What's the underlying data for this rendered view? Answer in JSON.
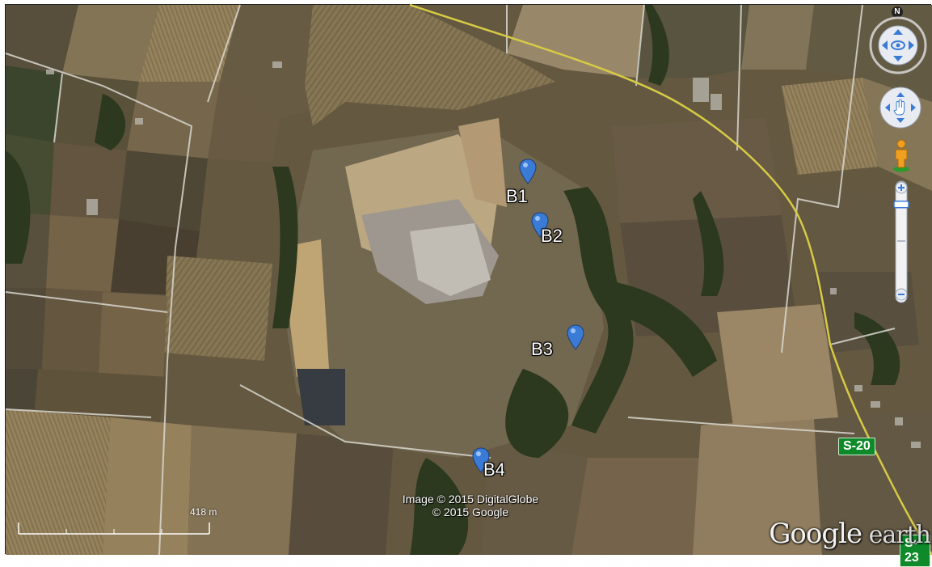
{
  "map": {
    "type": "satellite",
    "markers": [
      {
        "label": "B1",
        "icon": "blue-pin-icon"
      },
      {
        "label": "B2",
        "icon": "blue-pin-icon"
      },
      {
        "label": "B3",
        "icon": "blue-pin-icon"
      },
      {
        "label": "B4",
        "icon": "blue-pin-icon"
      }
    ],
    "road_shields": [
      {
        "label": "S-20"
      },
      {
        "label": "S-23"
      }
    ],
    "copyright": {
      "line1": "Image © 2015 DigitalGlobe",
      "line2": "© 2015 Google"
    },
    "brand": {
      "main": "Google",
      "sub": " earth"
    },
    "scale": {
      "label": "418 m"
    }
  },
  "navigation": {
    "compass_letter": "N",
    "look_icon": "eye-joystick-icon",
    "move_icon": "hand-joystick-icon",
    "street_view_icon": "pegman-icon",
    "zoom_in_icon": "plus-icon",
    "zoom_out_icon": "minus-icon",
    "zoom_level": 0.08
  },
  "colors": {
    "marker_blue": "#3a7bd5",
    "road_yellow": "#e6d84a",
    "shield_green": "#0e8a2a"
  }
}
